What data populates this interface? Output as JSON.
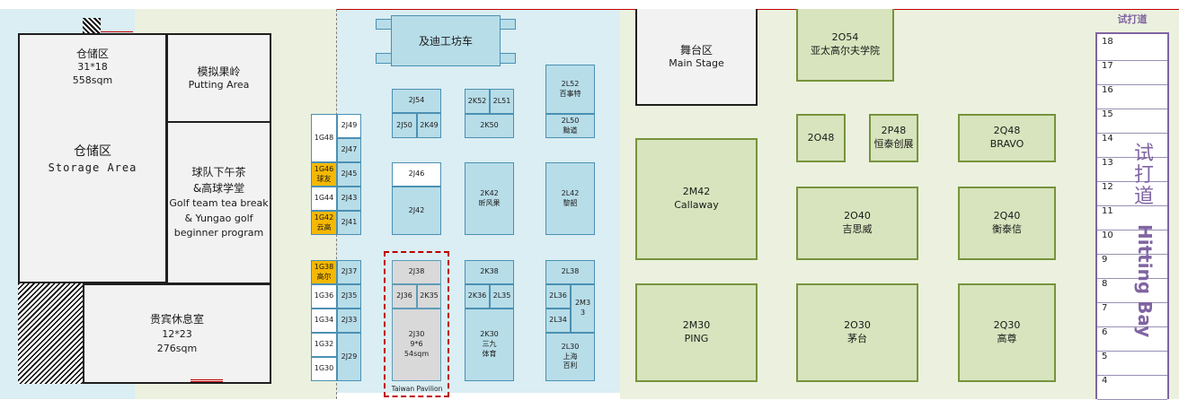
{
  "colors": {
    "pale_blue": "#daeef3",
    "pale_green": "#ebf1de",
    "booth_blue": "#b7dde8",
    "booth_yellow": "#f5b800",
    "booth_green": "#d7e4bd",
    "hitting_purple": "#8064a2",
    "taiwan_red": "#c00000"
  },
  "rooms": {
    "storage_small": {
      "name": "仓储区",
      "size": "31*18",
      "area": "558sqm"
    },
    "storage_big": {
      "name": "仓储区",
      "name_en": "Storage Area"
    },
    "putting": {
      "name": "模拟果岭",
      "name_en": "Putting Area"
    },
    "tea_break": {
      "line1": "球队下午茶",
      "line2": "&高球学堂",
      "line3": "Golf team tea break",
      "line4": "& Yungao golf",
      "line5": "beginner program"
    },
    "vip": {
      "name": "贵宾休息室",
      "size": "12*23",
      "area": "276sqm"
    },
    "stage": {
      "name": "舞台区",
      "name_en": "Main Stage"
    },
    "workshop": {
      "name": "及迪工坊车"
    }
  },
  "booths_g": [
    {
      "code": "1G48"
    },
    {
      "code": "1G46",
      "brand": "球友"
    },
    {
      "code": "1G44"
    },
    {
      "code": "1G42",
      "brand": "云高"
    },
    {
      "code": "1G38",
      "brand": "高尔"
    },
    {
      "code": "1G36"
    },
    {
      "code": "1G34"
    },
    {
      "code": "1G32"
    },
    {
      "code": "1G30"
    }
  ],
  "booths_2j": [
    {
      "code": "2J49"
    },
    {
      "code": "2J47"
    },
    {
      "code": "2J45"
    },
    {
      "code": "2J43"
    },
    {
      "code": "2J41"
    },
    {
      "code": "2J37"
    },
    {
      "code": "2J35"
    },
    {
      "code": "2J33"
    },
    {
      "code": "2J29"
    },
    {
      "code": "2J54"
    },
    {
      "code": "2J50"
    },
    {
      "code": "2K49"
    },
    {
      "code": "2J46"
    },
    {
      "code": "2J42"
    },
    {
      "code": "2J38"
    },
    {
      "code": "2J36"
    },
    {
      "code": "2K35"
    },
    {
      "code": "2J30",
      "size": "9*6",
      "area": "54sqm"
    }
  ],
  "booths_k": [
    {
      "code": "2K52"
    },
    {
      "code": "2L51"
    },
    {
      "code": "2K50"
    },
    {
      "code": "2K42",
      "brand": "昕风果"
    },
    {
      "code": "2K38"
    },
    {
      "code": "2K36"
    },
    {
      "code": "2L35"
    },
    {
      "code": "2K30",
      "brand": "三九",
      "brand2": "体育"
    }
  ],
  "booths_l": [
    {
      "code": "2L52",
      "brand": "百事特"
    },
    {
      "code": "2L50",
      "brand": "黝道"
    },
    {
      "code": "2L42",
      "brand": "黎韶"
    },
    {
      "code": "2L38"
    },
    {
      "code": "2L36"
    },
    {
      "code": "2M3",
      "code2": "3"
    },
    {
      "code": "2L34"
    },
    {
      "code": "2L30",
      "brand": "上海",
      "brand2": "百利"
    }
  ],
  "taiwan": {
    "label": "Taiwan Pavilion"
  },
  "booths_green": [
    {
      "code": "2O54",
      "brand": "亚太高尔夫学院"
    },
    {
      "code": "2M42",
      "brand": "Callaway"
    },
    {
      "code": "2M30",
      "brand": "PING"
    },
    {
      "code": "2O48"
    },
    {
      "code": "2P48",
      "brand": "恒泰创展"
    },
    {
      "code": "2Q48",
      "brand": "BRAVO"
    },
    {
      "code": "2O40",
      "brand": "吉思威"
    },
    {
      "code": "2Q40",
      "brand": "衡泰信"
    },
    {
      "code": "2O30",
      "brand": "茅台"
    },
    {
      "code": "2Q30",
      "brand": "高尊"
    }
  ],
  "hitting_bay": {
    "header": "试打道",
    "title_cn": "试打道",
    "title_en": "Hitting Bay",
    "numbers": [
      "18",
      "17",
      "16",
      "15",
      "14",
      "13",
      "12",
      "11",
      "10",
      "9",
      "8",
      "7",
      "6",
      "5",
      "4"
    ]
  }
}
